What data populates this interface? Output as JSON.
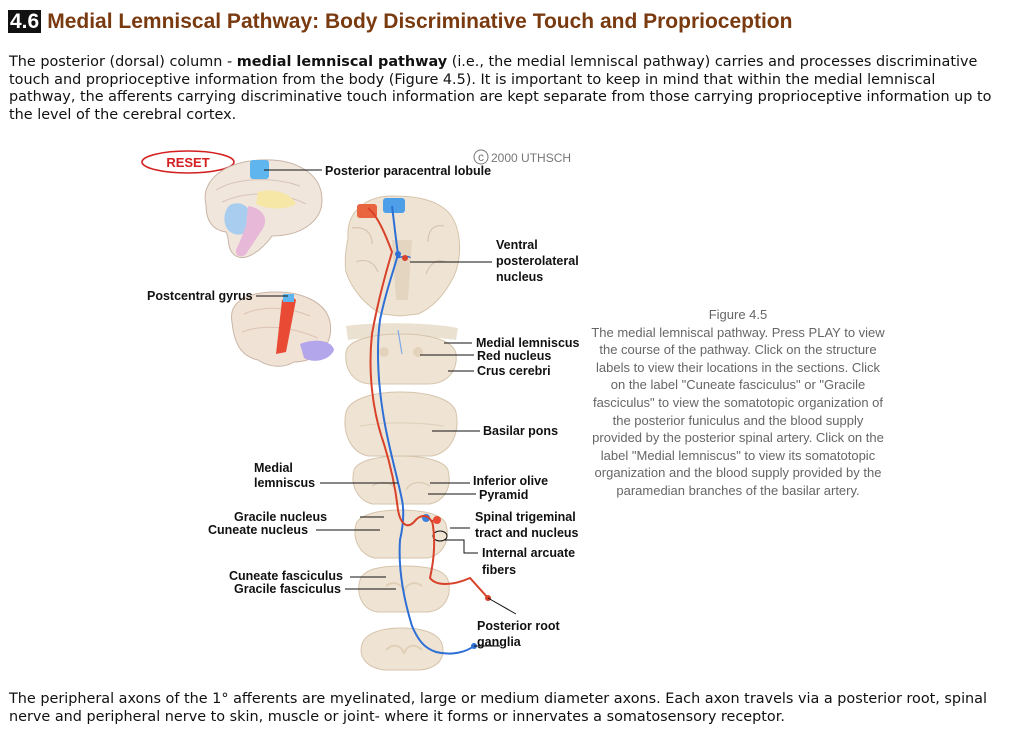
{
  "section": {
    "number": "4.6",
    "title": "Medial Lemniscal Pathway: Body Discriminative Touch and Proprioception"
  },
  "intro": {
    "lead": "The posterior (dorsal) column - ",
    "bold": "medial lemniscal pathway",
    "rest": " (i.e., the medial lemniscal pathway) carries and processes discriminative touch and proprioceptive information from the body (Figure 4.5). It is important to keep in mind that within the medial lemniscal pathway, the afferents carrying discriminative touch information are kept separate from those carrying proprioceptive information up to the level of the cerebral cortex."
  },
  "figure": {
    "reset_label": "RESET",
    "copyright": "2000 UTHSCH",
    "labels": {
      "posterior_paracentral_lobule": "Posterior paracentral lobule",
      "vpl_1": "Ventral",
      "vpl_2": "posterolateral",
      "vpl_3": "nucleus",
      "postcentral_gyrus": "Postcentral gyrus",
      "medial_lemniscus_top": "Medial lemniscus",
      "red_nucleus": "Red nucleus",
      "crus_cerebri": "Crus cerebri",
      "basilar_pons": "Basilar pons",
      "medial_lemniscus_1": "Medial",
      "medial_lemniscus_2": "lemniscus",
      "inferior_olive": "Inferior olive",
      "pyramid": "Pyramid",
      "gracile_nucleus": "Gracile nucleus",
      "cuneate_nucleus": "Cuneate nucleus",
      "spinal_trigeminal_1": "Spinal trigeminal",
      "spinal_trigeminal_2": "tract and nucleus",
      "internal_arcuate_1": "Internal arcuate",
      "internal_arcuate_2": "fibers",
      "cuneate_fasciculus": "Cuneate fasciculus",
      "gracile_fasciculus": "Gracile fasciculus",
      "posterior_root_1": "Posterior root",
      "posterior_root_2": "ganglia"
    },
    "caption_title": "Figure 4.5",
    "caption_text": "The medial lemniscal pathway. Press PLAY to view the course of the pathway. Click on the structure labels to view their locations in the sections. Click on the label \"Cuneate fasciculus\" or \"Gracile fasciculus\" to view the somatotopic organization of the posterior funiculus and the blood supply provided by the posterior spinal artery. Click on the label \"Medial lemniscus\" to view its somatotopic organization and the blood supply provided by the paramedian branches of the basilar artery."
  },
  "outro": "The peripheral axons of the 1° afferents are myelinated, large or medium diameter axons. Each axon travels via a posterior root, spinal nerve and peripheral nerve to skin, muscle or joint- where it forms or innervates a somatosensory receptor.",
  "colors": {
    "title": "#7a3a10",
    "tissue": "#efe4d4",
    "tissue_edge": "#d8c6ad",
    "pathway_blue": "#2e6fd6",
    "pathway_red": "#d8412a",
    "reset_red": "#d42020"
  }
}
